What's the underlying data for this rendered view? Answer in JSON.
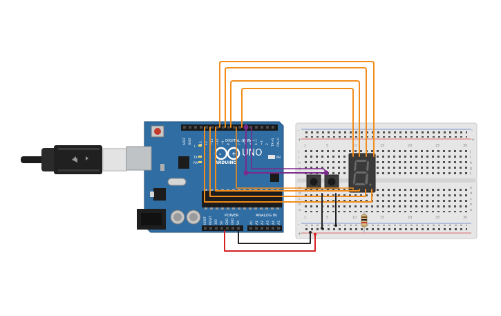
{
  "arduino": {
    "logo_text": "ARDUINO",
    "model": "UNO",
    "digital_header_label": "DIGITAL (PWM~)",
    "power_label": "POWER",
    "analog_label": "ANALOG IN",
    "on_label": "ON",
    "led_labels": [
      "L",
      "TX",
      "RX"
    ],
    "digital_pins": [
      "AREF",
      "GND",
      "13",
      "12",
      "~11",
      "~10",
      "~9",
      "8",
      "7",
      "~6",
      "~5",
      "4",
      "~3",
      "2",
      "TX→1",
      "RX←0"
    ],
    "power_pins": [
      "IOREF",
      "RESET",
      "3V3",
      "5V",
      "GND",
      "GND",
      "Vin"
    ],
    "analog_pins": [
      "A0",
      "A1",
      "A2",
      "A3",
      "A4",
      "A5"
    ]
  },
  "breadboard": {
    "row_letters_top": [
      "j",
      "i",
      "h",
      "g",
      "f"
    ],
    "row_letters_bottom": [
      "e",
      "d",
      "c",
      "b",
      "a"
    ],
    "column_numbers": [
      "1",
      "5",
      "10",
      "15",
      "20",
      "25",
      "30"
    ],
    "rail_signs": [
      "-",
      "+"
    ]
  },
  "components": {
    "display": "7-segment display",
    "buttons": [
      "pushbutton",
      "pushbutton"
    ],
    "resistor": "resistor"
  },
  "colors": {
    "board": "#2f6da3",
    "wire_signal": "#f28c1b",
    "wire_select": "#7b2a8c",
    "wire_power": "#d42020",
    "wire_ground": "#222222",
    "breadboard": "#e6e6e6"
  }
}
